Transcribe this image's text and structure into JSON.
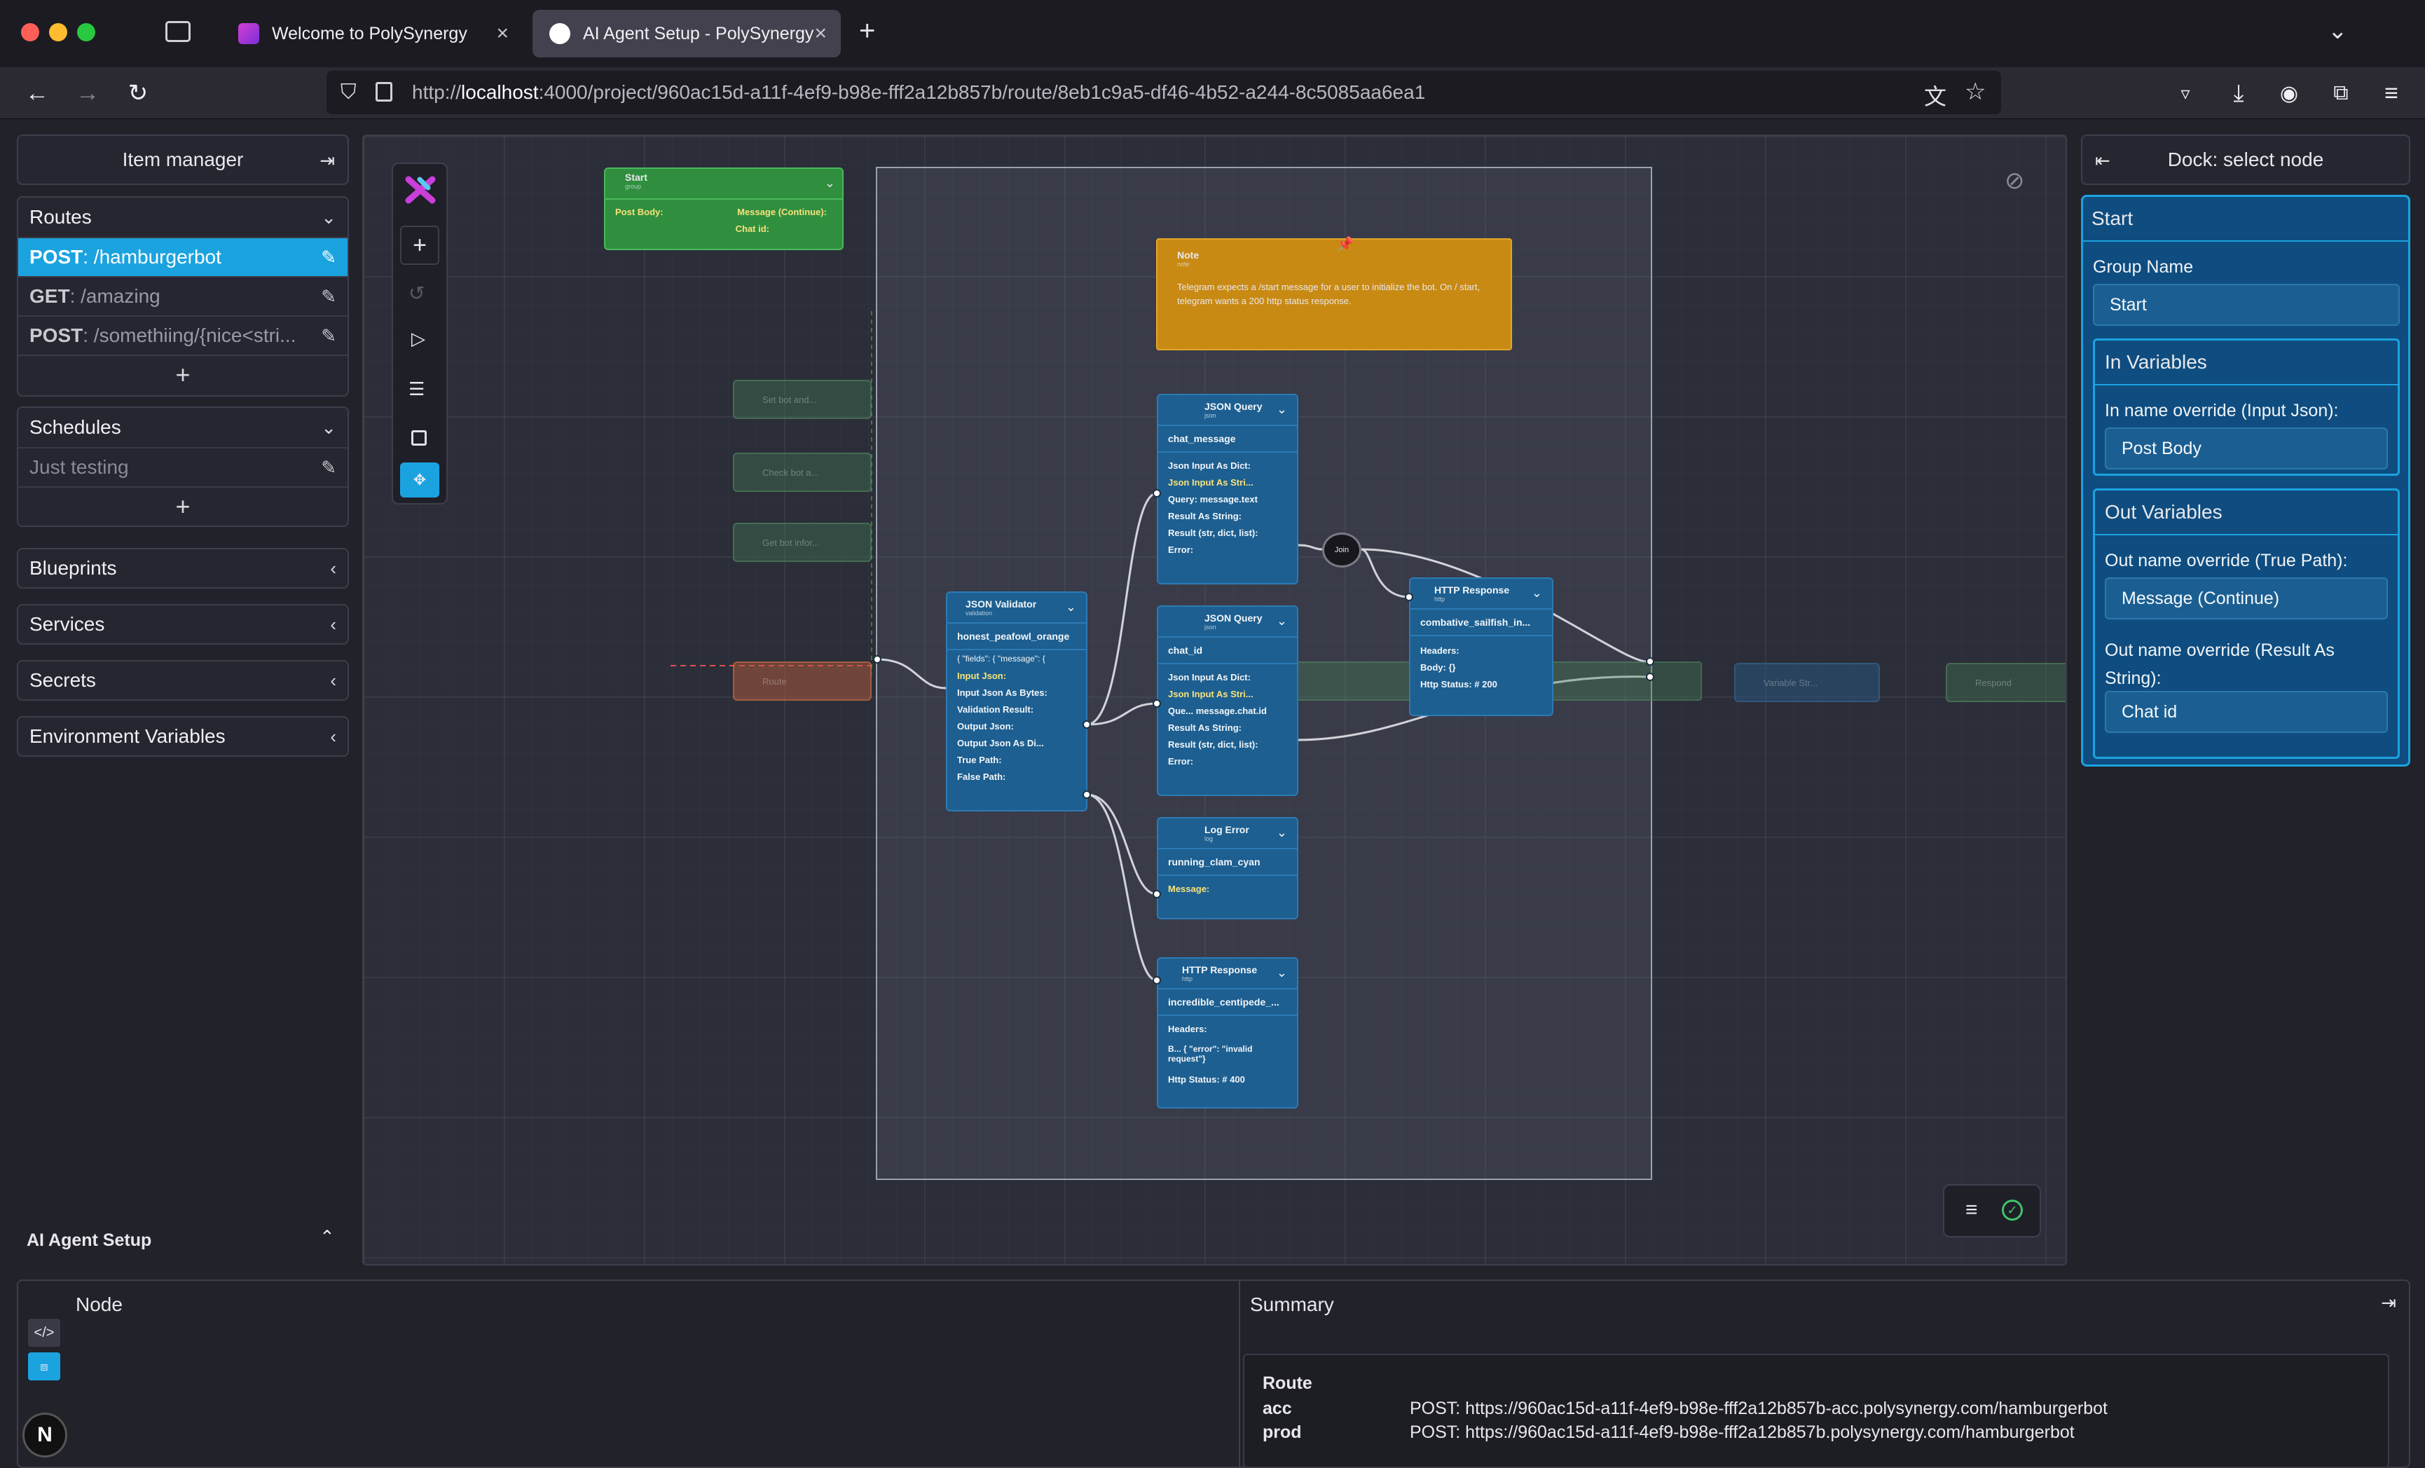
{
  "browser": {
    "tabs": [
      {
        "title": "Welcome to PolySynergy",
        "active": false
      },
      {
        "title": "AI Agent Setup - PolySynergy",
        "active": true
      }
    ],
    "url_prefix": "http://",
    "url_host": "localhost",
    "url_rest": ":4000/project/960ac15d-a11f-4ef9-b98e-fff2a12b857b/route/8eb1c9a5-df46-4b52-a244-8c5085aa6ea1"
  },
  "sidebar": {
    "title": "Item manager",
    "routes": {
      "label": "Routes",
      "items": [
        {
          "method": "POST",
          "path": ": /hamburgerbot",
          "active": true
        },
        {
          "method": "GET",
          "path": ": /amazing",
          "active": false
        },
        {
          "method": "POST",
          "path": ": /somethiing/{nice<stri...",
          "active": false
        }
      ]
    },
    "schedules": {
      "label": "Schedules",
      "items": [
        {
          "label": "Just testing"
        }
      ]
    },
    "blueprints": "Blueprints",
    "services": "Services",
    "secrets": "Secrets",
    "env_vars": "Environment Variables",
    "project_name": "AI Agent Setup"
  },
  "canvas": {
    "start_node": {
      "title": "Start",
      "sub": "group",
      "in_port": "Post Body:",
      "out_1": "Message (Continue):",
      "out_2": "Chat id:"
    },
    "note": {
      "title": "Note",
      "sub": "note",
      "text": "Telegram expects a /start message for a user to initialize the bot. On / start, telegram wants a 200 http status response."
    },
    "faded_nodes": [
      "Set bot and...",
      "Check bot a...",
      "Get bot infor...",
      "Route",
      "Variable Str...",
      "Respond"
    ],
    "json_validator": {
      "title": "JSON Validator",
      "sub": "validation",
      "name": "honest_peafowl_orange",
      "ports": [
        "{ \"fields\": { \"message\": {",
        "Input Json:",
        "Input Json As Bytes:",
        "Validation Result:",
        "Output Json:",
        "Output Json As Di...",
        "True Path:",
        "False Path:"
      ]
    },
    "json_query_1": {
      "title": "JSON Query",
      "sub": "json",
      "name": "chat_message",
      "ports": [
        "Json Input As Dict:",
        "Json Input As Stri...",
        "Query:  message.text",
        "Result As String:",
        "Result (str, dict, list):",
        "Error:"
      ]
    },
    "json_query_2": {
      "title": "JSON Query",
      "sub": "json",
      "name": "chat_id",
      "ports": [
        "Json Input As Dict:",
        "Json Input As Stri...",
        "Que...  message.chat.id",
        "Result As String:",
        "Result (str, dict, list):",
        "Error:"
      ]
    },
    "http_response_1": {
      "title": "HTTP Response",
      "sub": "http",
      "name": "combative_sailfish_in...",
      "ports": [
        "Headers:",
        "Body:  {}",
        "Http Status:  # 200"
      ]
    },
    "log_error": {
      "title": "Log Error",
      "sub": "log",
      "name": "running_clam_cyan",
      "ports": [
        "Message:"
      ]
    },
    "http_response_2": {
      "title": "HTTP Response",
      "sub": "http",
      "name": "incredible_centipede_...",
      "ports": [
        "Headers:",
        "B...  { \"error\": \"invalid request\"}",
        "Http Status:  # 400"
      ]
    },
    "join_label": "Join"
  },
  "dock": {
    "header": "Dock: select node",
    "title": "Start",
    "group_name_label": "Group Name",
    "group_name_value": "Start",
    "in_vars_title": "In Variables",
    "in_override_label": "In name override (Input Json):",
    "in_override_value": "Post Body",
    "out_vars_title": "Out Variables",
    "out_override_1_label": "Out name override (True Path):",
    "out_override_1_value": "Message (Continue)",
    "out_override_2_label": "Out name override (Result As String):",
    "out_override_2_value": "Chat id"
  },
  "bottom": {
    "node_label": "Node",
    "summary_label": "Summary",
    "route_heading": "Route",
    "rows": [
      {
        "env": "acc",
        "value": "POST: https://960ac15d-a11f-4ef9-b98e-fff2a12b857b-acc.polysynergy.com/hamburgerbot"
      },
      {
        "env": "prod",
        "value": "POST: https://960ac15d-a11f-4ef9-b98e-fff2a12b857b.polysynergy.com/hamburgerbot"
      }
    ],
    "avatar_letter": "N"
  },
  "colors": {
    "accent": "#1ba3e0",
    "node_blue": "#1d5f90",
    "start_green": "#2f8f3e",
    "note_orange": "#c98a14"
  }
}
